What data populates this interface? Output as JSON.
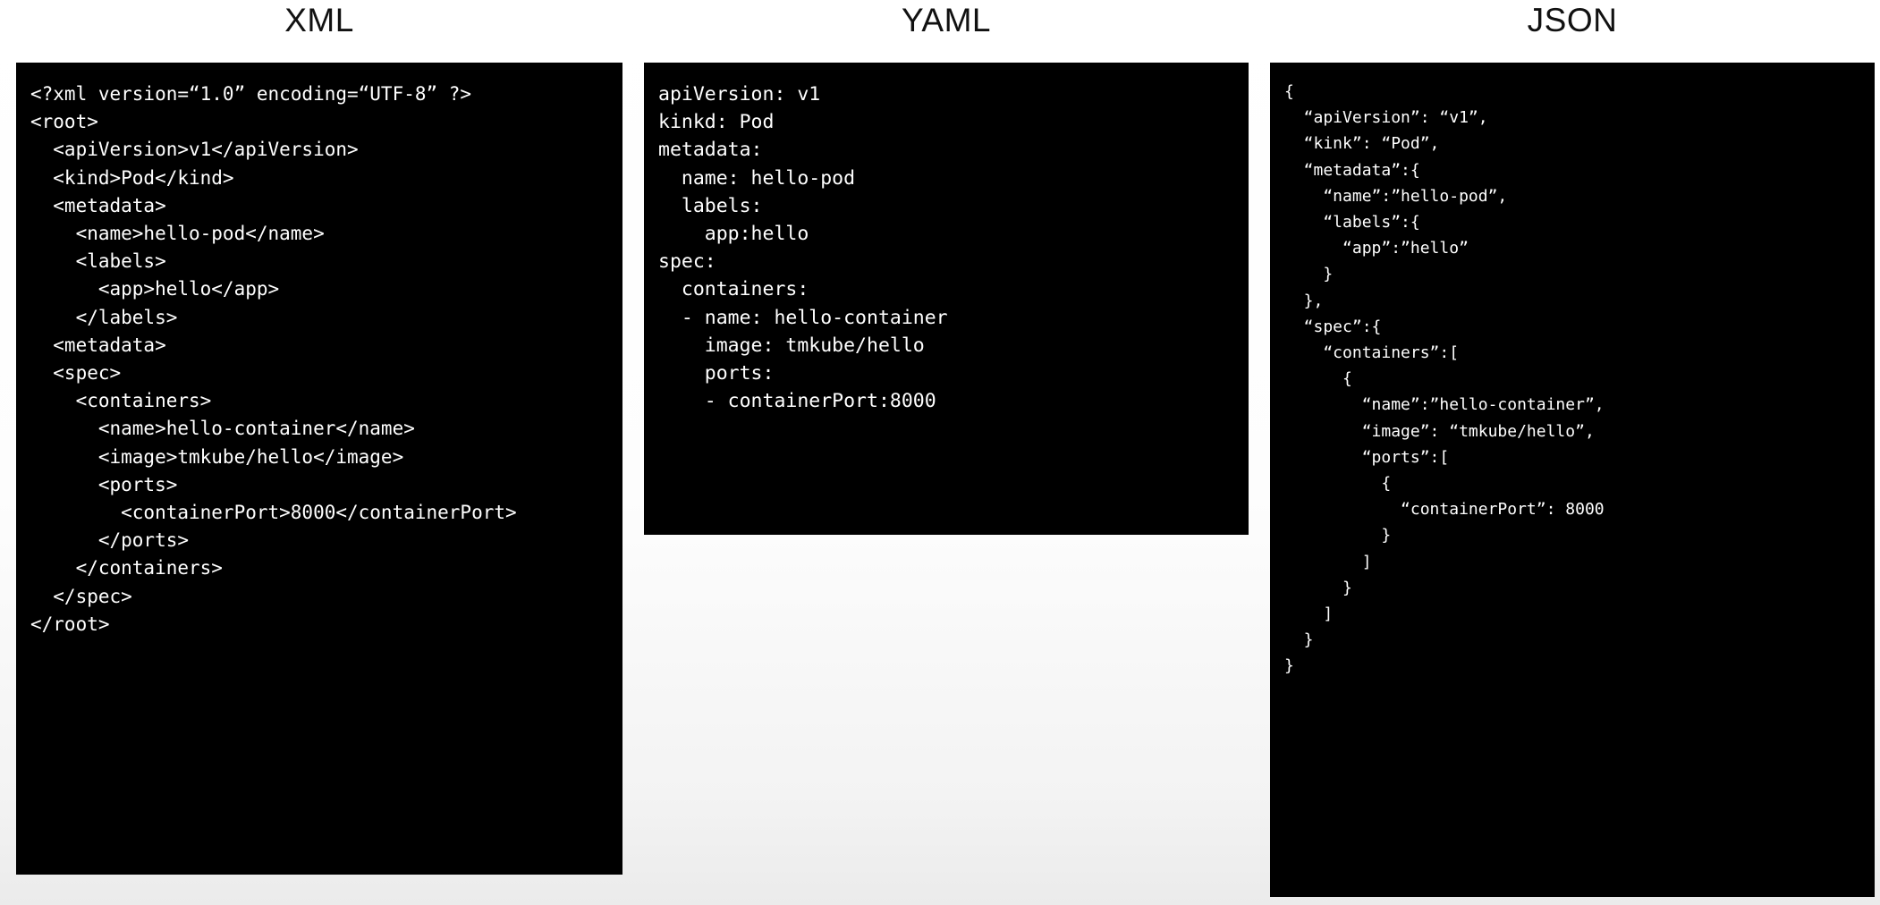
{
  "panels": [
    {
      "title": "XML",
      "language": "xml",
      "lines": [
        "<?xml version=“1.0” encoding=“UTF-8” ?>",
        "<root>",
        "  <apiVersion>v1</apiVersion>",
        "  <kind>Pod</kind>",
        "  <metadata>",
        "    <name>hello-pod</name>",
        "    <labels>",
        "      <app>hello</app>",
        "    </labels>",
        "  <metadata>",
        "  <spec>",
        "    <containers>",
        "      <name>hello-container</name>",
        "      <image>tmkube/hello</image>",
        "      <ports>",
        "        <containerPort>8000</containerPort>",
        "      </ports>",
        "    </containers>",
        "  </spec>",
        "</root>"
      ]
    },
    {
      "title": "YAML",
      "language": "yaml",
      "lines": [
        "apiVersion: v1",
        "kinkd: Pod",
        "metadata:",
        "  name: hello-pod",
        "  labels:",
        "    app:hello",
        "spec:",
        "  containers:",
        "  - name: hello-container",
        "    image: tmkube/hello",
        "    ports:",
        "    - containerPort:8000"
      ]
    },
    {
      "title": "JSON",
      "language": "json",
      "lines": [
        "{",
        "  “apiVersion”: “v1”,",
        "  “kink”: “Pod”,",
        "  “metadata”:{",
        "    “name”:”hello-pod”,",
        "    “labels”:{",
        "      “app”:”hello”",
        "    }",
        "  },",
        "  “spec”:{",
        "    “containers”:[",
        "      {",
        "        “name”:”hello-container”,",
        "        “image”: “tmkube/hello”,",
        "        “ports”:[",
        "          {",
        "            “containerPort”: 8000",
        "          }",
        "        ]",
        "      }",
        "    ]",
        "  }",
        "}"
      ]
    }
  ],
  "colors": {
    "panel_background": "#000000",
    "panel_text": "#ffffff",
    "page_background": "#ffffff",
    "title_text": "#111111"
  }
}
